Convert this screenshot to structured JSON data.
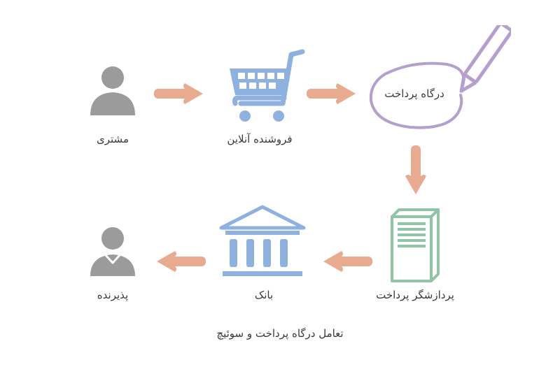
{
  "nodes": {
    "customer": {
      "label": "مشتری",
      "icon": "person-icon"
    },
    "merchant": {
      "label": "فروشنده آنلاین",
      "icon": "shopping-cart-icon"
    },
    "gateway": {
      "label": "درگاه پرداخت",
      "icon": "pencil-circle-icon"
    },
    "processor": {
      "label": "پردازشگر پرداخت",
      "icon": "server-icon"
    },
    "bank": {
      "label": "بانک",
      "icon": "bank-icon"
    },
    "acceptor": {
      "label": "پذیرنده",
      "icon": "person-collar-icon"
    }
  },
  "caption": "تعامل درگاه پرداخت و سوئیچ",
  "colors": {
    "arrow": "#e8ab8f",
    "person": "#9b9b9b",
    "cart": "#8fb1df",
    "pencil": "#b59fcf",
    "server": "#8fc4a4",
    "bank": "#8fb1df"
  }
}
